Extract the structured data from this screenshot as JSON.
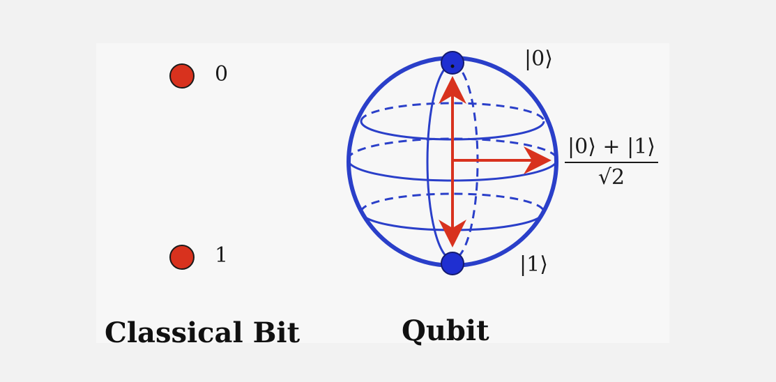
{
  "classical": {
    "caption": "Classical Bit",
    "state_zero": "0",
    "state_one": "1",
    "dot_color": "#d8321e"
  },
  "qubit": {
    "caption": "Qubit",
    "ket_zero": "|0⟩",
    "ket_one": "|1⟩",
    "superposition_numerator": "|0⟩ + |1⟩",
    "superposition_denominator": "√2",
    "sphere_color": "#2a3fc9",
    "arrow_color": "#d8321e"
  }
}
